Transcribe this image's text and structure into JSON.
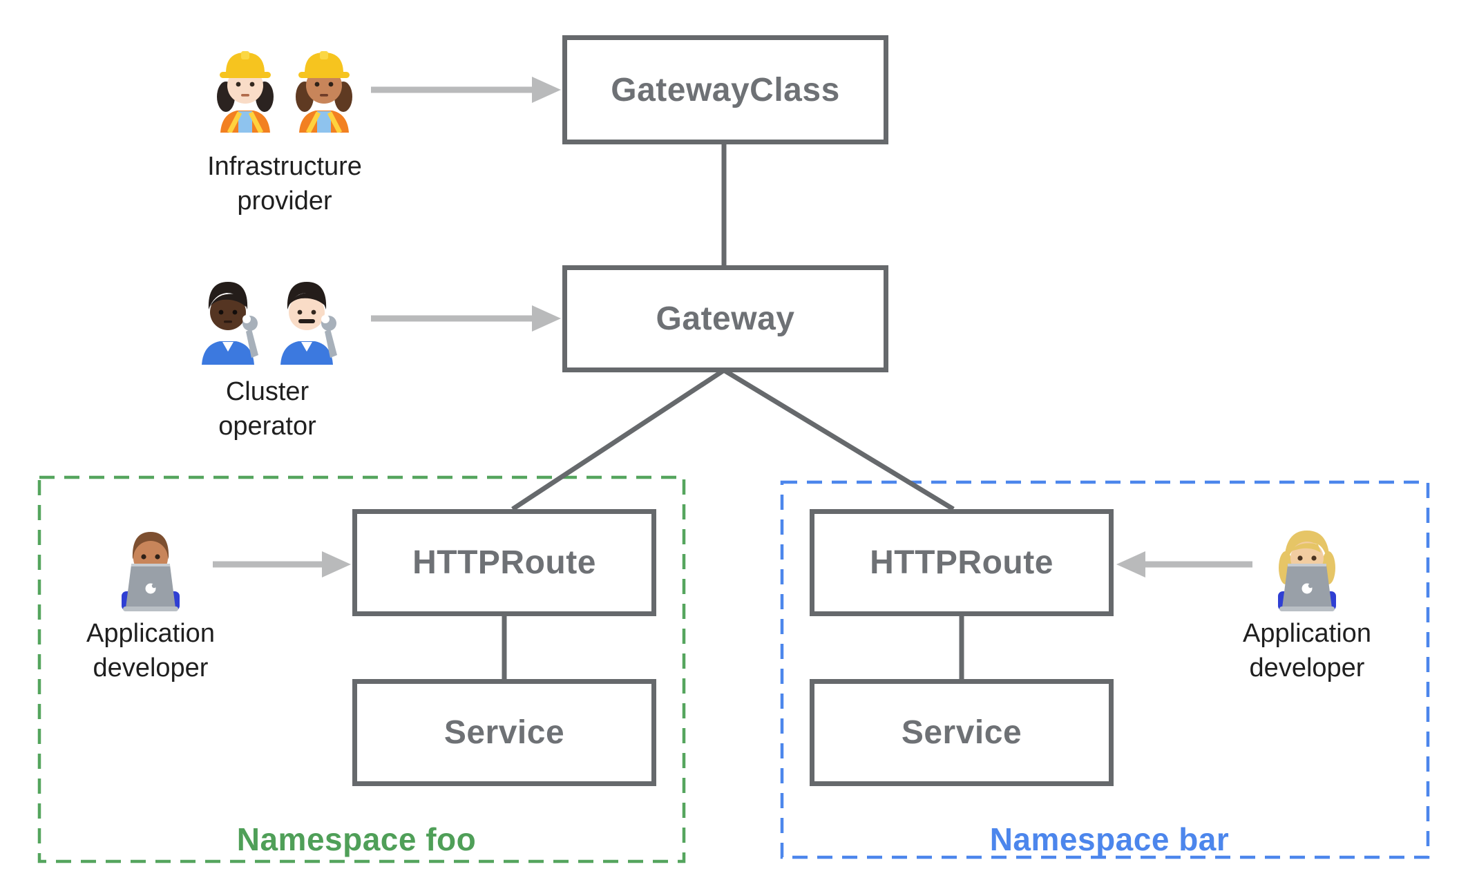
{
  "nodes": {
    "gateway_class": "GatewayClass",
    "gateway": "Gateway",
    "httproute_foo": "HTTPRoute",
    "service_foo": "Service",
    "httproute_bar": "HTTPRoute",
    "service_bar": "Service"
  },
  "namespaces": {
    "foo": "Namespace foo",
    "bar": "Namespace bar"
  },
  "personas": {
    "infrastructure_provider": {
      "label": "Infrastructure provider",
      "emoji": "👷🏻‍♀️ 👷🏽‍♀️",
      "icons": [
        "woman-construction-worker-light-icon",
        "woman-construction-worker-medium-icon"
      ]
    },
    "cluster_operator": {
      "label": "Cluster operator",
      "emoji": "🧑🏿‍🔧 👨🏻‍🔧",
      "icons": [
        "mechanic-dark-icon",
        "man-mechanic-light-icon"
      ]
    },
    "app_developer_foo": {
      "label": "Application developer",
      "emoji": "👨🏽‍💻",
      "icons": [
        "man-technologist-icon"
      ]
    },
    "app_developer_bar": {
      "label": "Application developer",
      "emoji": "👩🏼‍💻",
      "icons": [
        "woman-technologist-icon"
      ]
    }
  },
  "edges": [
    {
      "from": "gateway_class",
      "to": "gateway"
    },
    {
      "from": "gateway",
      "to": "httproute_foo"
    },
    {
      "from": "gateway",
      "to": "httproute_bar"
    },
    {
      "from": "httproute_foo",
      "to": "service_foo"
    },
    {
      "from": "httproute_bar",
      "to": "service_bar"
    }
  ],
  "actor_arrows": [
    {
      "from": "infrastructure_provider",
      "to": "gateway_class"
    },
    {
      "from": "cluster_operator",
      "to": "gateway"
    },
    {
      "from": "app_developer_foo",
      "to": "httproute_foo"
    },
    {
      "from": "app_developer_bar",
      "to": "httproute_bar"
    }
  ],
  "colors": {
    "node_border": "#66696c",
    "node_text": "#6e7175",
    "connector": "#66696c",
    "actor_arrow": "#b9babb",
    "persona_text": "#1f1f1f",
    "namespace_foo": "#4f9f58",
    "namespace_bar": "#4c86ec",
    "background": "#ffffff"
  }
}
